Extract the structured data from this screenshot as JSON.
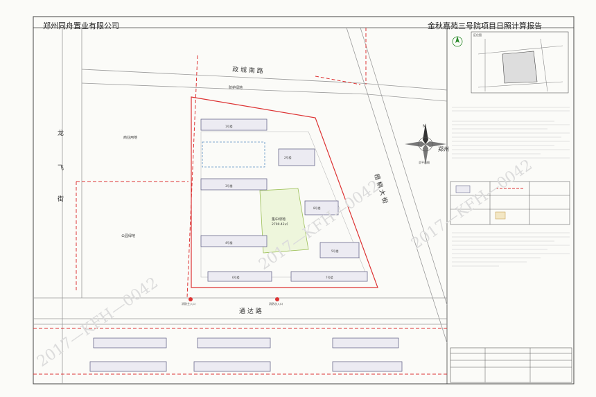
{
  "header": {
    "company": "郑州同舟置业有限公司",
    "report_title": "金秋嘉苑三号院项目日照计算报告"
  },
  "roads": {
    "north": "政 城 南 路",
    "west": [
      "龙",
      "飞",
      "街"
    ],
    "east": "梧 桐 大 街",
    "south": "通 达 路"
  },
  "zones": {
    "buffer": "防护绿地",
    "commercial": "商业用地",
    "park": "公园绿地",
    "green": "集中绿地",
    "green_area": "2790.42㎡"
  },
  "buildings": [
    "1号楼",
    "2号楼",
    "3号楼",
    "4号楼",
    "5号楼",
    "6号楼",
    "7号楼",
    "8号楼"
  ],
  "entrances": [
    "消防主入口",
    "消防次入口"
  ],
  "side_panel": {
    "location_label": "区位图",
    "compass_n": "N",
    "compass_city": "郑州",
    "compass_caption": "总平面图"
  },
  "watermark": "2017—KFH—0042",
  "colors": {
    "redline": "#d33",
    "road": "#888",
    "building": "#6a6a8c",
    "greenline": "#88aa55"
  }
}
